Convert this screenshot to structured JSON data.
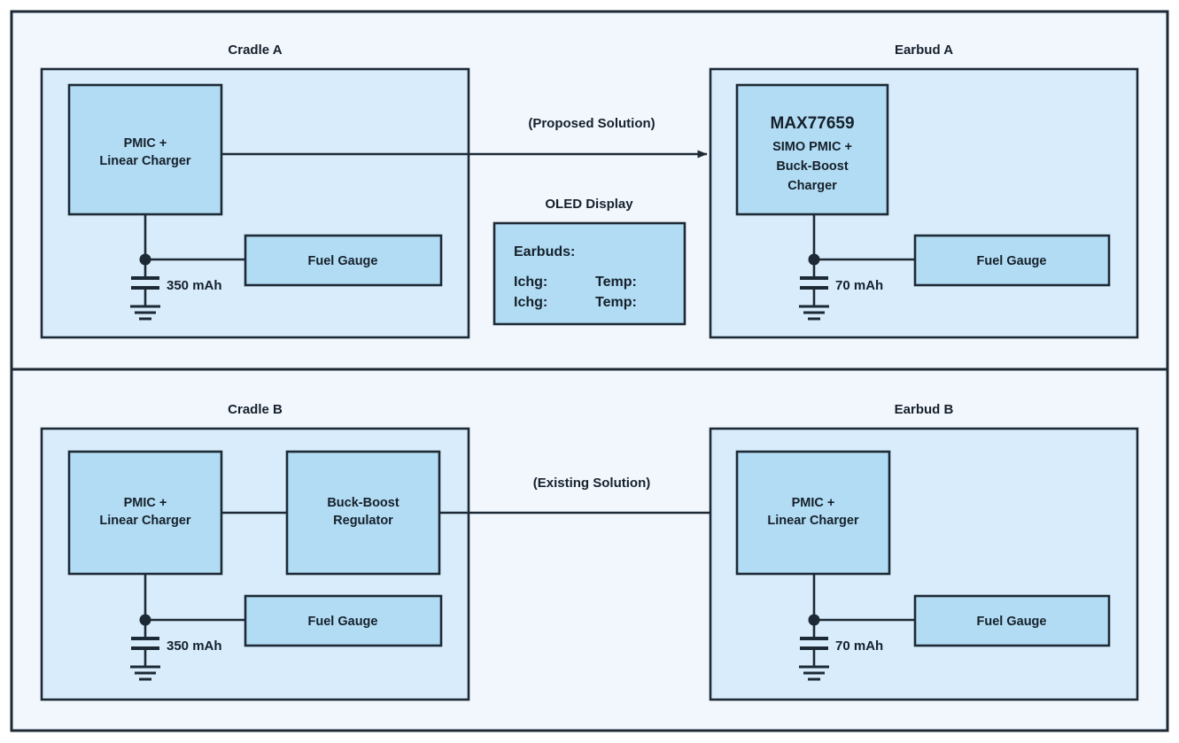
{
  "figure": {
    "type": "block-diagram",
    "background_color": "#ffffff",
    "frame_color": "#1d2a35",
    "canvas_color": "#f2f7fe",
    "panel_fill": "#d8ecfb",
    "block_fill": "#b2dcf4",
    "line_color": "#1d2a35"
  },
  "sections": {
    "top": {
      "left_panel": {
        "title": "Cradle A",
        "blocks": {
          "pmic": {
            "line1": "PMIC +",
            "line2": "Linear Charger"
          },
          "fuel_gauge": {
            "label": "Fuel Gauge"
          }
        },
        "battery": {
          "capacity": "350 mAh"
        }
      },
      "middle": {
        "edge_label": "(Proposed Solution)",
        "oled": {
          "title": "OLED Display",
          "line1": "Earbuds:",
          "row1_left": "Ichg:",
          "row1_right": "Temp:",
          "row2_left": "Ichg:",
          "row2_right": "Temp:"
        }
      },
      "right_panel": {
        "title": "Earbud A",
        "blocks": {
          "simo": {
            "line1": "MAX77659",
            "line2": "SIMO PMIC +",
            "line3": "Buck-Boost",
            "line4": "Charger"
          },
          "fuel_gauge": {
            "label": "Fuel Gauge"
          }
        },
        "battery": {
          "capacity": "70 mAh"
        }
      }
    },
    "bottom": {
      "left_panel": {
        "title": "Cradle B",
        "blocks": {
          "pmic": {
            "line1": "PMIC +",
            "line2": "Linear Charger"
          },
          "buck_boost": {
            "line1": "Buck-Boost",
            "line2": "Regulator"
          },
          "fuel_gauge": {
            "label": "Fuel Gauge"
          }
        },
        "battery": {
          "capacity": "350 mAh"
        }
      },
      "middle": {
        "edge_label": "(Existing Solution)"
      },
      "right_panel": {
        "title": "Earbud B",
        "blocks": {
          "pmic": {
            "line1": "PMIC +",
            "line2": "Linear Charger"
          },
          "fuel_gauge": {
            "label": "Fuel Gauge"
          }
        },
        "battery": {
          "capacity": "70 mAh"
        }
      }
    }
  }
}
